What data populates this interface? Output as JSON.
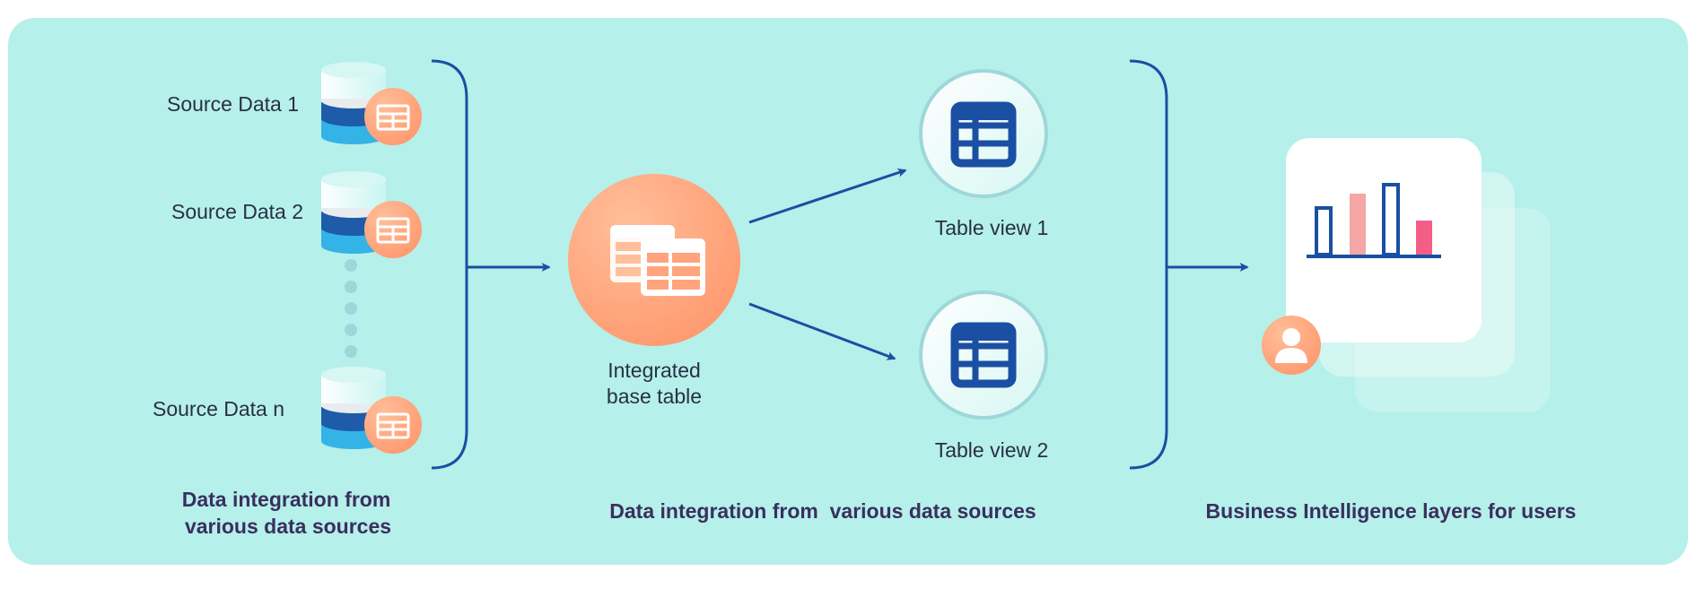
{
  "sources": [
    {
      "label": "Source Data 1"
    },
    {
      "label": "Source Data 2"
    },
    {
      "label": "Source Data n"
    }
  ],
  "integrated": {
    "line1": "Integrated",
    "line2": "base table"
  },
  "views": [
    {
      "label": "Table view 1"
    },
    {
      "label": "Table view 2"
    }
  ],
  "captions": {
    "left_line1": "Data integration from",
    "left_line2": "various data sources",
    "middle": "Data integration from  various data sources",
    "right": "Business Intelligence layers for users"
  },
  "colors": {
    "panel": "#b5f0ea",
    "arrow": "#1a4fa3",
    "orange": "#ffa47c",
    "bar_outline": "#1a4fa3",
    "bar_pink_light": "#f4a7a4",
    "bar_pink": "#f25e86"
  },
  "icons": [
    "database-icon",
    "table-icon",
    "grid-table-icon",
    "bar-chart-icon",
    "user-icon"
  ]
}
